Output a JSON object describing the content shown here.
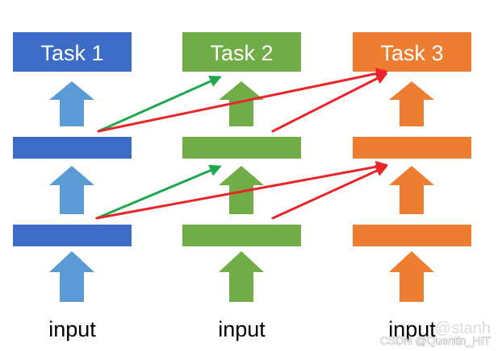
{
  "colors": {
    "blue_box": "#3C6CC5",
    "blue_arrow": "#5B9BD5",
    "green": "#70AD47",
    "orange": "#ED7D31",
    "green_line": "#1DA84E",
    "red_line": "#E8262A",
    "text": "#000000",
    "box_text": "#FFFFFF"
  },
  "columns": [
    {
      "task_label": "Task 1",
      "input_label": "input",
      "box_color": "#3C6CC5",
      "arrow_color": "#5B9BD5"
    },
    {
      "task_label": "Task 2",
      "input_label": "input",
      "box_color": "#70AD47",
      "arrow_color": "#70AD47"
    },
    {
      "task_label": "Task 3",
      "input_label": "input",
      "box_color": "#ED7D31",
      "arrow_color": "#ED7D31"
    }
  ],
  "connections": [
    {
      "from": "col1-hidden-top",
      "to": "col2-task",
      "color": "#1DA84E"
    },
    {
      "from": "col1-hidden-top",
      "to": "col3-task",
      "color": "#E8262A"
    },
    {
      "from": "col2-hidden-top",
      "to": "col3-task",
      "color": "#E8262A"
    },
    {
      "from": "col1-hidden-bottom",
      "to": "col2-hidden-top",
      "color": "#1DA84E"
    },
    {
      "from": "col1-hidden-bottom",
      "to": "col3-hidden-top",
      "color": "#E8262A"
    },
    {
      "from": "col2-hidden-bottom",
      "to": "col3-hidden-top",
      "color": "#E8262A"
    }
  ],
  "watermark": {
    "text": "CSDN @Quentin_HIT",
    "ghost_text": "@stanh"
  }
}
